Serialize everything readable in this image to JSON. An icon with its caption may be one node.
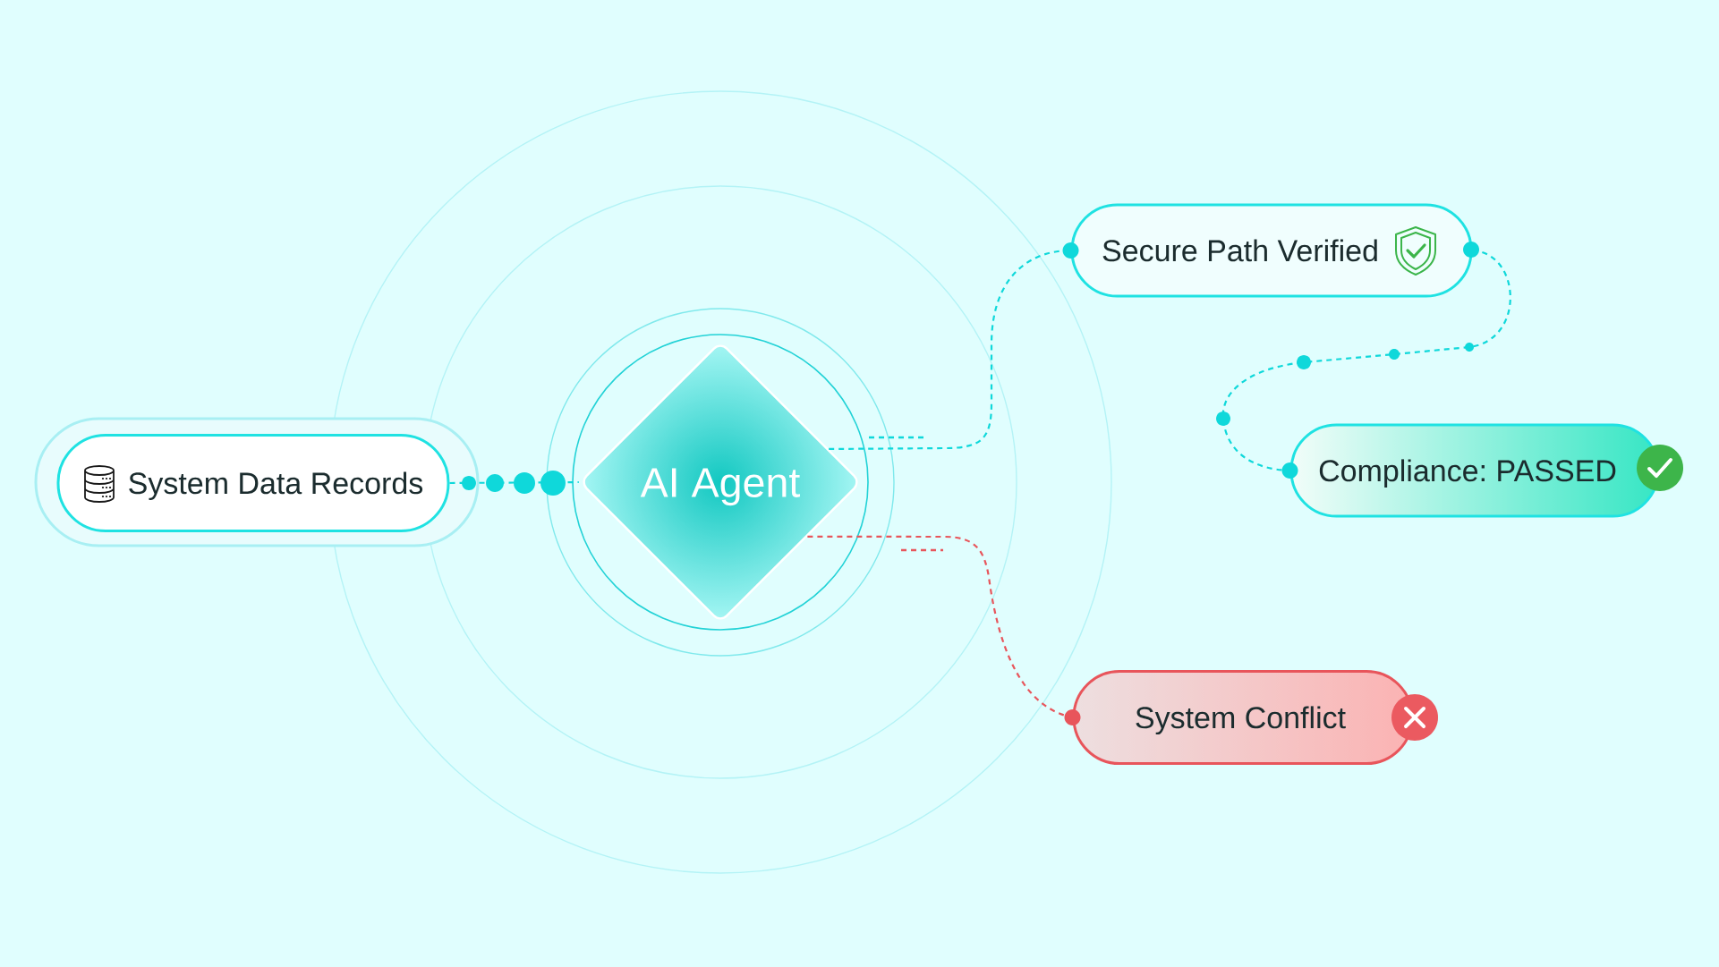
{
  "diagram": {
    "nodes": [
      {
        "text": [
          "System Data Records"
        ]
      },
      {
        "text": [
          "AI Agent"
        ]
      },
      {
        "text": [
          "Secure Path Verified"
        ]
      },
      {
        "text": [
          "Compliance: PASSED"
        ]
      },
      {
        "text": [
          "System Conflict"
        ]
      }
    ],
    "edges": [
      {
        "from": 0,
        "to": 1,
        "arrow": "none",
        "style": "dashed"
      },
      {
        "from": 1,
        "to": 2,
        "arrow": "other",
        "style": "dashed"
      },
      {
        "from": 2,
        "to": 3,
        "arrow": "other",
        "style": "dashed"
      },
      {
        "from": 1,
        "to": 4,
        "arrow": "other",
        "style": "dashed",
        "color": "#e8555b"
      }
    ]
  }
}
